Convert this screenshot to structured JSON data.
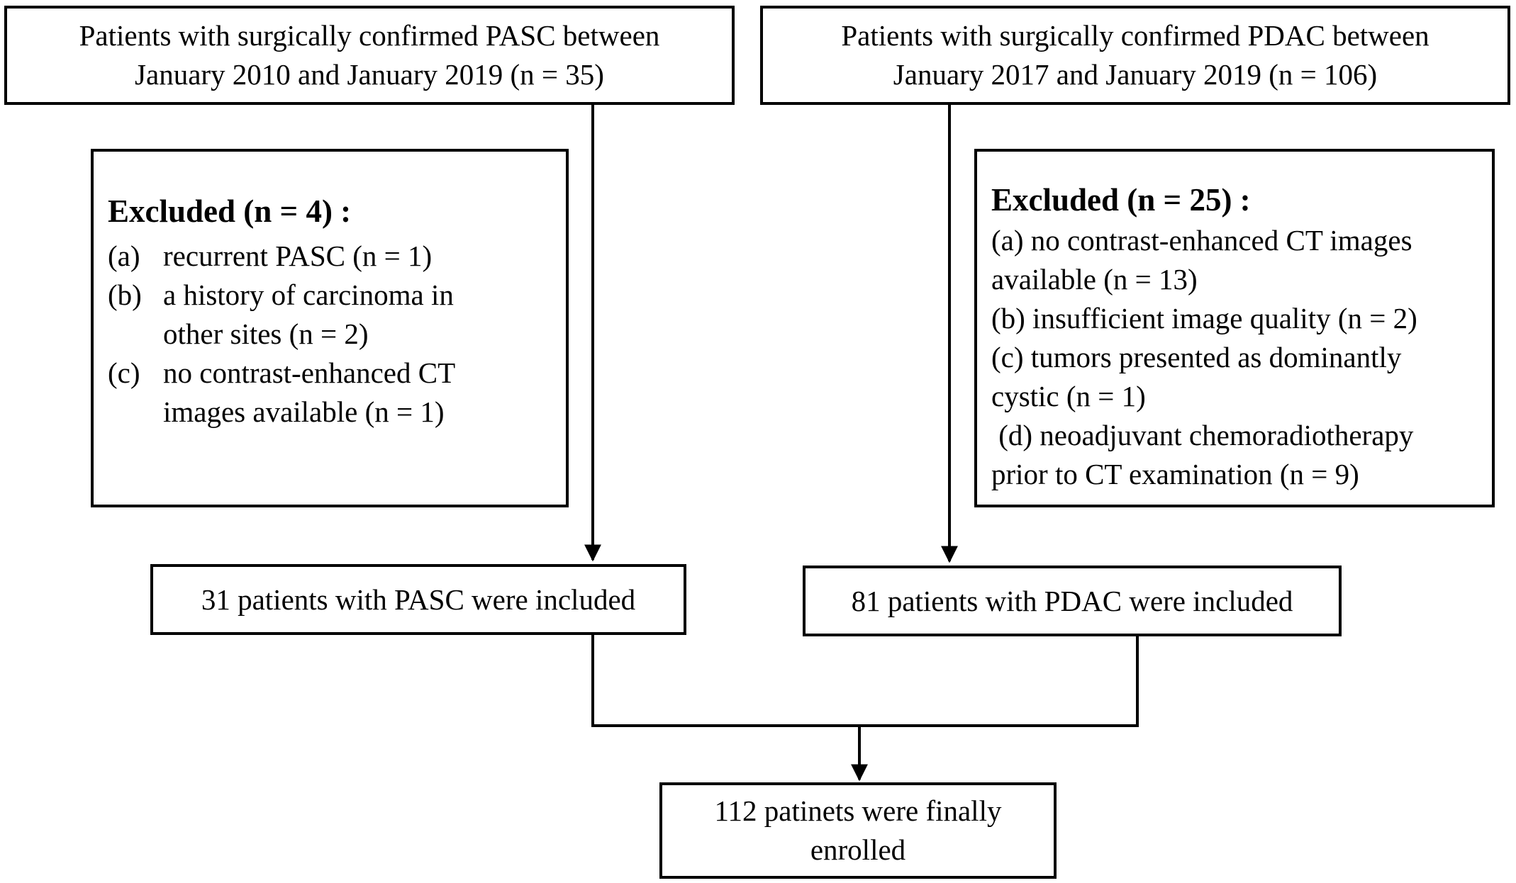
{
  "left_source": {
    "lines": [
      "Patients with surgically confirmed PASC between",
      "January 2010 and January 2019 (n = 35)"
    ]
  },
  "right_source": {
    "lines": [
      "Patients with surgically confirmed PDAC between",
      "January 2017 and January 2019 (n = 106)"
    ]
  },
  "left_excluded": {
    "heading": "Excluded (n = 4) :",
    "items": [
      {
        "marker": "(a)",
        "lines": [
          "recurrent PASC (n = 1)"
        ]
      },
      {
        "marker": "(b)",
        "lines": [
          "a history of carcinoma in",
          "other sites (n = 2)"
        ]
      },
      {
        "marker": "(c)",
        "lines": [
          "no contrast-enhanced CT",
          "images available (n = 1)"
        ]
      }
    ]
  },
  "right_excluded": {
    "heading": "Excluded (n = 25) :",
    "lines": [
      "(a) no contrast-enhanced CT images",
      "available (n = 13)",
      "(b) insufficient image quality (n = 2)",
      "(c) tumors presented as dominantly",
      "cystic (n = 1)",
      " (d) neoadjuvant chemoradiotherapy",
      "prior to CT examination (n = 9)"
    ]
  },
  "left_included": {
    "text": "31 patients with PASC were included"
  },
  "right_included": {
    "text": "81 patients with PDAC were included"
  },
  "final": {
    "lines": [
      "112 patinets were finally",
      "enrolled"
    ]
  }
}
